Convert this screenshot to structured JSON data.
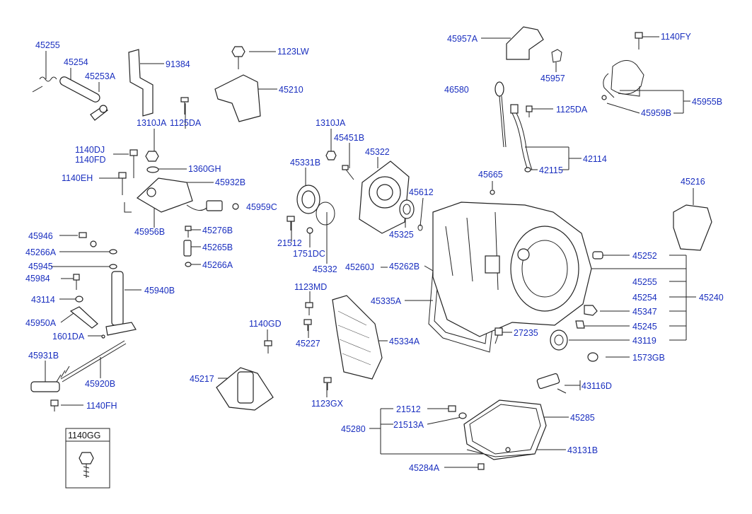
{
  "diagram": {
    "labels": {
      "p45255a": "45255",
      "p45254a": "45254",
      "p45253a": "45253A",
      "p91384": "91384",
      "p1123lw": "1123LW",
      "p45210": "45210",
      "p1310ja_a": "1310JA",
      "p1125da_a": "1125DA",
      "p1140dj": "1140DJ",
      "p1140fd": "1140FD",
      "p1360gh": "1360GH",
      "p1140eh": "1140EH",
      "p45932b": "45932B",
      "p45959c": "45959C",
      "p45956b": "45956B",
      "p45946": "45946",
      "p45276b": "45276B",
      "p45266a_a": "45266A",
      "p45265b": "45265B",
      "p45266a_b": "45266A",
      "p45945": "45945",
      "p45984": "45984",
      "p45940b": "45940B",
      "p43114": "43114",
      "p45950a": "45950A",
      "p1601da": "1601DA",
      "p45931b": "45931B",
      "p45920b": "45920B",
      "p1140fh": "1140FH",
      "p1140gg": "1140GG",
      "p1310ja_b": "1310JA",
      "p45451b": "45451B",
      "p45331b": "45331B",
      "p45322": "45322",
      "p45612": "45612",
      "p45325": "45325",
      "p21512_a": "21512",
      "p1751dc": "1751DC",
      "p45332": "45332",
      "p45260j": "45260J",
      "p45262b": "45262B",
      "p1123md": "1123MD",
      "p45335a": "45335A",
      "p1140gd": "1140GD",
      "p45227": "45227",
      "p45334a": "45334A",
      "p45217": "45217",
      "p1123gx": "1123GX",
      "p27235": "27235",
      "p45957a": "45957A",
      "p45957": "45957",
      "p1140fy": "1140FY",
      "p46580": "46580",
      "p1125da_b": "1125DA",
      "p45955b": "45955B",
      "p45959b": "45959B",
      "p42114": "42114",
      "p42115": "42115",
      "p45665": "45665",
      "p45216": "45216",
      "p45252": "45252",
      "p45255b": "45255",
      "p45254b": "45254",
      "p45240": "45240",
      "p45347": "45347",
      "p45245": "45245",
      "p43119": "43119",
      "p1573gb": "1573GB",
      "p43116d": "43116D",
      "p21512_b": "21512",
      "p21513a": "21513A",
      "p45280": "45280",
      "p45285": "45285",
      "p43131b": "43131B",
      "p45284a": "45284A"
    }
  }
}
